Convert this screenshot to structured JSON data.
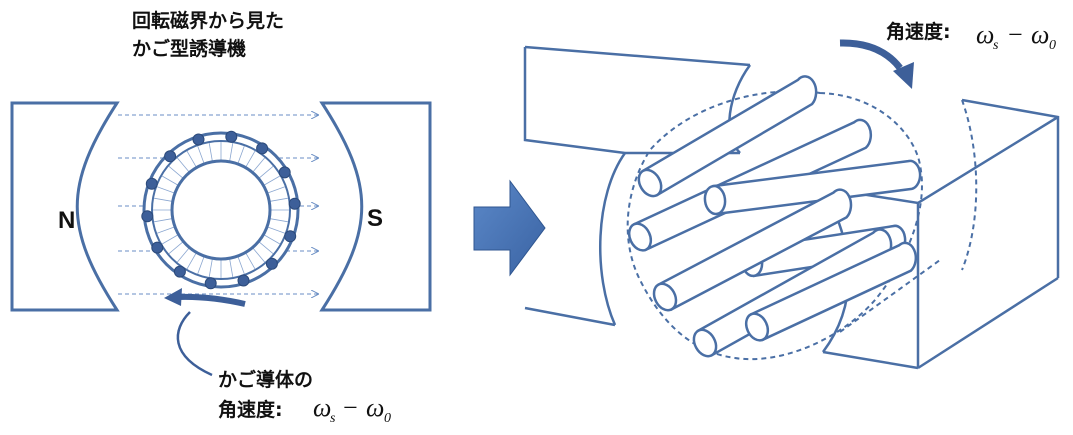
{
  "left_title_line1": "回転磁界から見た",
  "left_title_line2": "かご型誘導機",
  "north_pole_label": "N",
  "south_pole_label": "S",
  "cage_label_line1": "かご導体の",
  "cage_label_line2": "角速度:",
  "right_label": "角速度:",
  "omega_symbol": "ω",
  "sub_s": "s",
  "sub_0": "0",
  "minus_sign": "−",
  "line_color": "#4a6fa5",
  "dot_color": "#3d5f99",
  "arrow_color": "#3d5f99"
}
